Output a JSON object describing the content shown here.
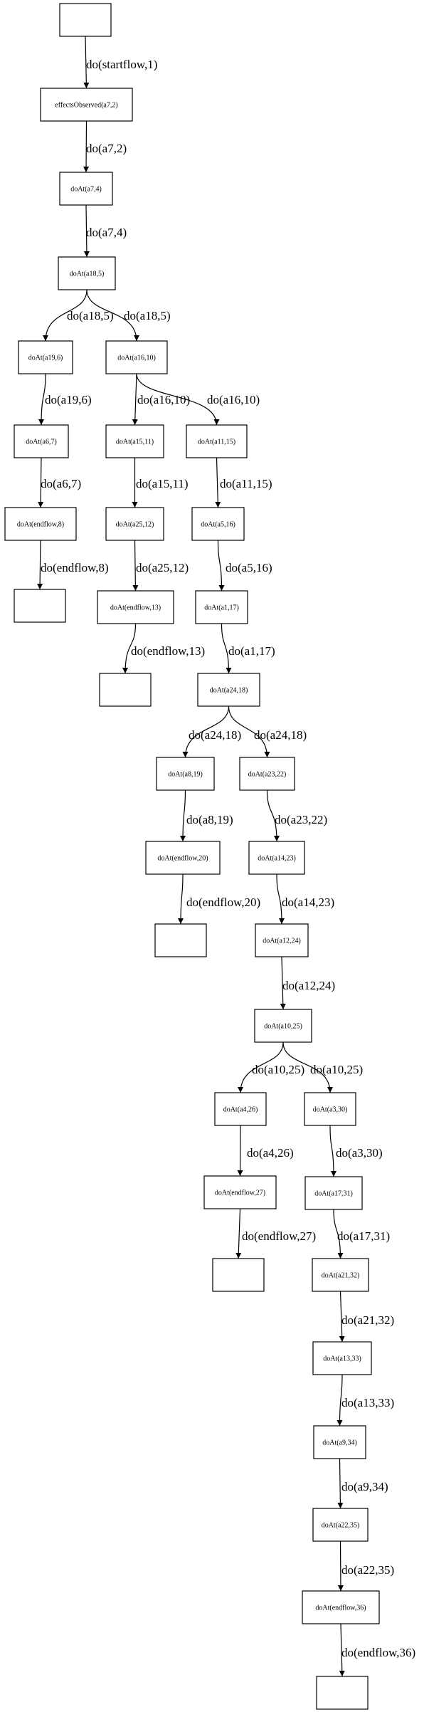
{
  "nodes": [
    {
      "id": "n0",
      "label": ""
    },
    {
      "id": "n1",
      "label": "effectsObserved(a7,2)"
    },
    {
      "id": "n2",
      "label": "doAt(a7,4)"
    },
    {
      "id": "n3",
      "label": "doAt(a18,5)"
    },
    {
      "id": "n4",
      "label": "doAt(a19,6)"
    },
    {
      "id": "n5",
      "label": "doAt(a16,10)"
    },
    {
      "id": "n6",
      "label": "doAt(a6,7)"
    },
    {
      "id": "n7",
      "label": "doAt(a15,11)"
    },
    {
      "id": "n8",
      "label": "doAt(a11,15)"
    },
    {
      "id": "n9",
      "label": "doAt(endflow,8)"
    },
    {
      "id": "n10",
      "label": "doAt(a25,12)"
    },
    {
      "id": "n11",
      "label": "doAt(a5,16)"
    },
    {
      "id": "n12",
      "label": ""
    },
    {
      "id": "n13",
      "label": "doAt(endflow,13)"
    },
    {
      "id": "n14",
      "label": "doAt(a1,17)"
    },
    {
      "id": "n15",
      "label": ""
    },
    {
      "id": "n16",
      "label": "doAt(a24,18)"
    },
    {
      "id": "n17",
      "label": "doAt(a8,19)"
    },
    {
      "id": "n18",
      "label": "doAt(a23,22)"
    },
    {
      "id": "n19",
      "label": "doAt(endflow,20)"
    },
    {
      "id": "n20",
      "label": "doAt(a14,23)"
    },
    {
      "id": "n21",
      "label": ""
    },
    {
      "id": "n22",
      "label": "doAt(a12,24)"
    },
    {
      "id": "n23",
      "label": "doAt(a10,25)"
    },
    {
      "id": "n24",
      "label": "doAt(a4,26)"
    },
    {
      "id": "n25",
      "label": "doAt(a3,30)"
    },
    {
      "id": "n26",
      "label": "doAt(endflow,27)"
    },
    {
      "id": "n27",
      "label": "doAt(a17,31)"
    },
    {
      "id": "n28",
      "label": ""
    },
    {
      "id": "n29",
      "label": "doAt(a21,32)"
    },
    {
      "id": "n30",
      "label": "doAt(a13,33)"
    },
    {
      "id": "n31",
      "label": "doAt(a9,34)"
    },
    {
      "id": "n32",
      "label": "doAt(a22,35)"
    },
    {
      "id": "n33",
      "label": "doAt(endflow,36)"
    },
    {
      "id": "n34",
      "label": ""
    }
  ],
  "edges": [
    {
      "from": "n0",
      "to": "n1",
      "label": "do(startflow,1)"
    },
    {
      "from": "n1",
      "to": "n2",
      "label": "do(a7,2)"
    },
    {
      "from": "n2",
      "to": "n3",
      "label": "do(a7,4)"
    },
    {
      "from": "n3",
      "to": "n4",
      "label": "do(a18,5)"
    },
    {
      "from": "n3",
      "to": "n5",
      "label": "do(a18,5)"
    },
    {
      "from": "n4",
      "to": "n6",
      "label": "do(a19,6)"
    },
    {
      "from": "n5",
      "to": "n7",
      "label": "do(a16,10)"
    },
    {
      "from": "n5",
      "to": "n8",
      "label": "do(a16,10)"
    },
    {
      "from": "n6",
      "to": "n9",
      "label": "do(a6,7)"
    },
    {
      "from": "n7",
      "to": "n10",
      "label": "do(a15,11)"
    },
    {
      "from": "n8",
      "to": "n11",
      "label": "do(a11,15)"
    },
    {
      "from": "n9",
      "to": "n12",
      "label": "do(endflow,8)"
    },
    {
      "from": "n10",
      "to": "n13",
      "label": "do(a25,12)"
    },
    {
      "from": "n11",
      "to": "n14",
      "label": "do(a5,16)"
    },
    {
      "from": "n13",
      "to": "n15",
      "label": "do(endflow,13)"
    },
    {
      "from": "n14",
      "to": "n16",
      "label": "do(a1,17)"
    },
    {
      "from": "n16",
      "to": "n17",
      "label": "do(a24,18)"
    },
    {
      "from": "n16",
      "to": "n18",
      "label": "do(a24,18)"
    },
    {
      "from": "n17",
      "to": "n19",
      "label": "do(a8,19)"
    },
    {
      "from": "n18",
      "to": "n20",
      "label": "do(a23,22)"
    },
    {
      "from": "n19",
      "to": "n21",
      "label": "do(endflow,20)"
    },
    {
      "from": "n20",
      "to": "n22",
      "label": "do(a14,23)"
    },
    {
      "from": "n22",
      "to": "n23",
      "label": "do(a12,24)"
    },
    {
      "from": "n23",
      "to": "n24",
      "label": "do(a10,25)"
    },
    {
      "from": "n23",
      "to": "n25",
      "label": "do(a10,25)"
    },
    {
      "from": "n24",
      "to": "n26",
      "label": "do(a4,26)"
    },
    {
      "from": "n25",
      "to": "n27",
      "label": "do(a3,30)"
    },
    {
      "from": "n26",
      "to": "n28",
      "label": "do(endflow,27)"
    },
    {
      "from": "n27",
      "to": "n29",
      "label": "do(a17,31)"
    },
    {
      "from": "n29",
      "to": "n30",
      "label": "do(a21,32)"
    },
    {
      "from": "n30",
      "to": "n31",
      "label": "do(a13,33)"
    },
    {
      "from": "n31",
      "to": "n32",
      "label": "do(a9,34)"
    },
    {
      "from": "n32",
      "to": "n33",
      "label": "do(a22,35)"
    },
    {
      "from": "n33",
      "to": "n34",
      "label": "do(endflow,36)"
    }
  ]
}
